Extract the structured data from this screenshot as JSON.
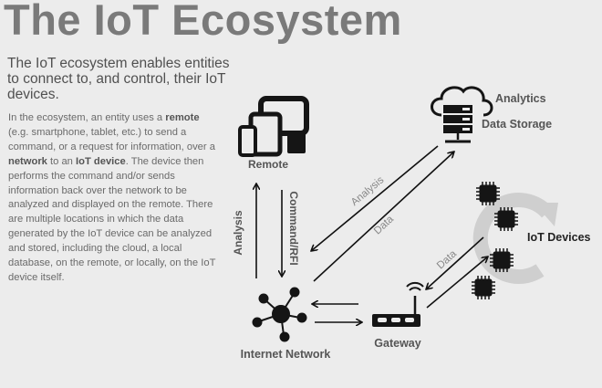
{
  "title": "The IoT Ecosystem",
  "subtitle": "The IoT ecosystem enables entities to connect to, and control, their IoT devices.",
  "body": {
    "p1": "In the ecosystem, an entity uses a ",
    "b1": "remote",
    "p2": " (e.g. smartphone, tablet, etc.) to send a command, or a request for information, over a ",
    "b2": "network",
    "p3": " to an ",
    "b3": "IoT device",
    "p4": ". The device then performs the command and/or sends information back over the network to be analyzed and displayed on the remote. There are multiple locations in which the data generated by the IoT device can be analyzed and stored, including the cloud, a local database, on the remote, or locally, on the IoT device itself."
  },
  "diagram": {
    "remote": "Remote",
    "internet_network": "Internet Network",
    "gateway": "Gateway",
    "analytics": "Analytics",
    "data_storage": "Data Storage",
    "iot_devices": "IoT Devices",
    "analysis_up": "Analysis",
    "command_rfi": "Command/RFI",
    "analysis_diag": "Analysis",
    "data_diag": "Data",
    "data_devices": "Data"
  }
}
